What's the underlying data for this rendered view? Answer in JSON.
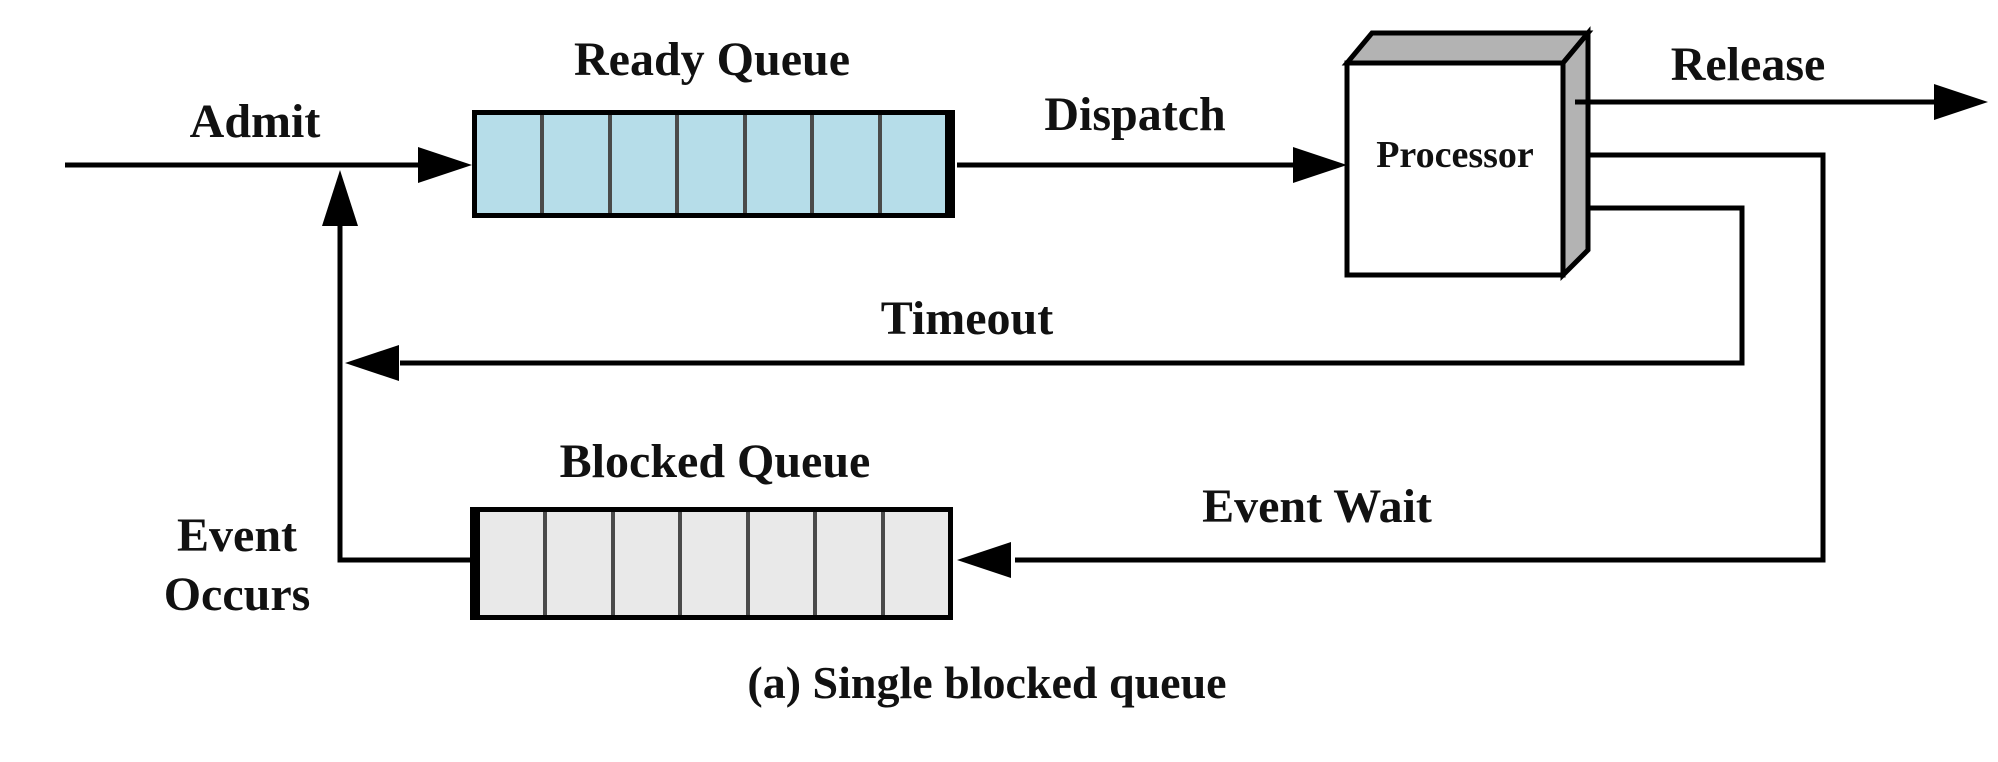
{
  "figure": {
    "caption": "(a) Single blocked queue"
  },
  "colors": {
    "ready_queue_fill": "#b6dde9",
    "blocked_queue_fill": "#e9e9e9",
    "processor_gray": "#b3b3b3",
    "processor_face": "#ffffff",
    "divider": "#4a4a4a",
    "line": "#000000",
    "text": "#111111",
    "background": "#ffffff"
  },
  "nodes": {
    "ready_queue": {
      "label": "Ready Queue",
      "cells": 7
    },
    "blocked_queue": {
      "label": "Blocked Queue",
      "cells": 7
    },
    "processor": {
      "label": "Processor",
      "ports": 3
    }
  },
  "edges": {
    "admit": {
      "label": "Admit"
    },
    "dispatch": {
      "label": "Dispatch"
    },
    "release": {
      "label": "Release"
    },
    "timeout": {
      "label": "Timeout"
    },
    "event_wait": {
      "label": "Event Wait"
    },
    "event_occurs": {
      "label": "Event\nOccurs"
    }
  }
}
